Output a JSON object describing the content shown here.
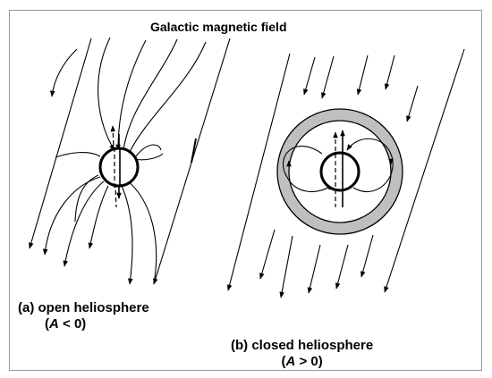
{
  "title": "Galactic magnetic field",
  "panel_a": {
    "caption_line1": "(a) open heliosphere",
    "caption_line2_prefix": "(",
    "caption_line2_var": "A",
    "caption_line2_suffix": " < 0)"
  },
  "panel_b": {
    "caption_line1": "(b) closed heliosphere",
    "caption_line2_prefix": "(",
    "caption_line2_var": "A",
    "caption_line2_suffix": " > 0)"
  },
  "colors": {
    "line": "#000000",
    "shell": "#bfbfbf",
    "frame": "#9a9a9a",
    "background": "#ffffff"
  }
}
